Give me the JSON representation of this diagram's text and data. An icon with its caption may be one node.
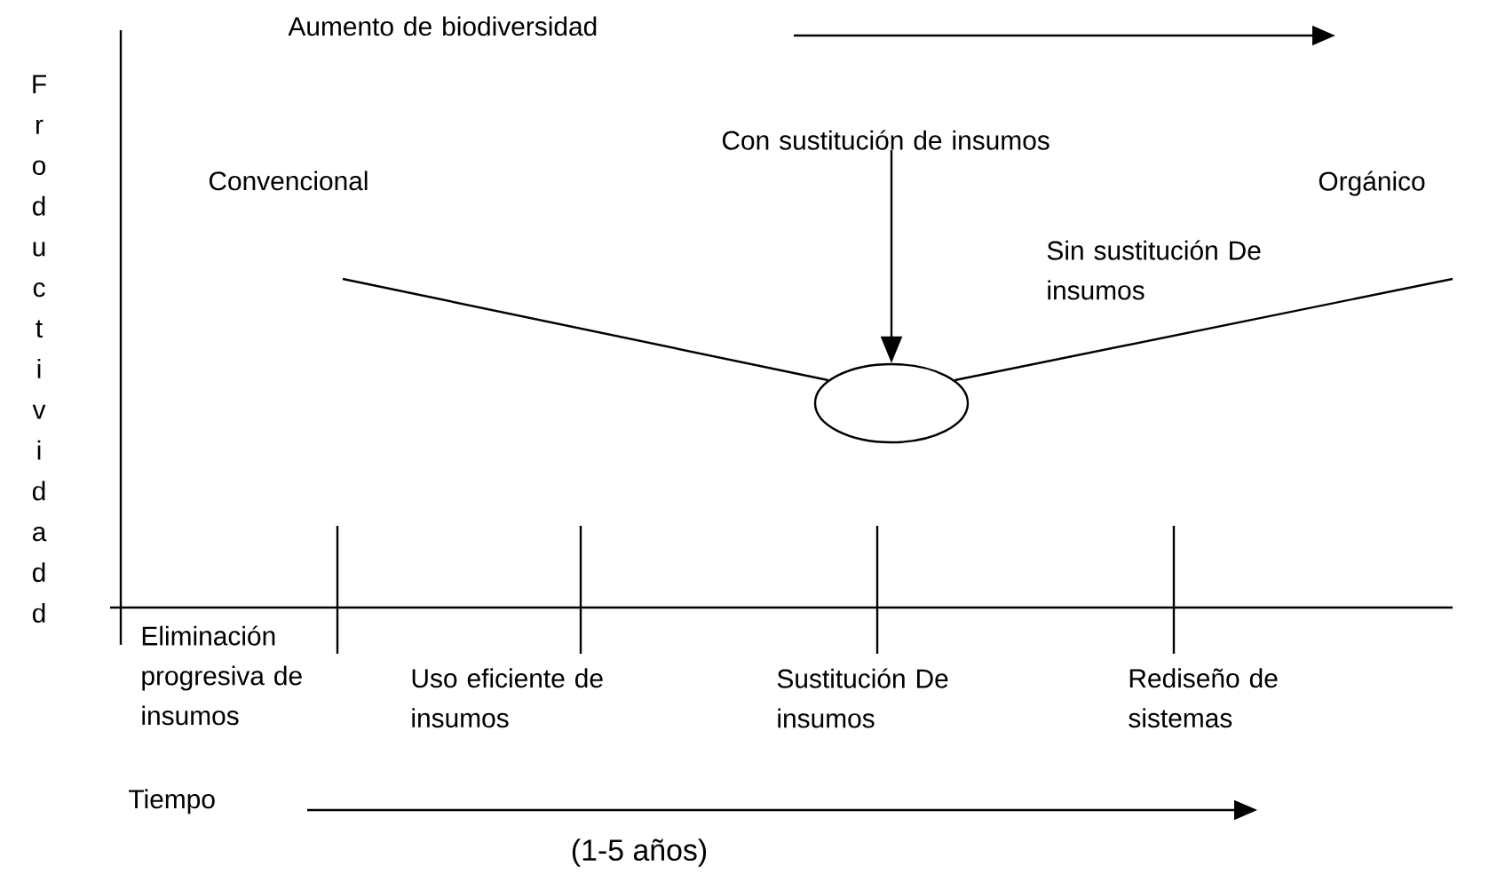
{
  "diagram": {
    "nodes": [
      {
        "text": [
          "Con sustitución de insumos"
        ]
      },
      {
        "text": [],
        "shape": "circle"
      }
    ],
    "edges": [
      {
        "from": 0,
        "to": 1,
        "arrow": "to"
      },
      {
        "from": null,
        "to": 1,
        "arrow": "none"
      },
      {
        "from": 1,
        "to": null,
        "arrow": "none"
      }
    ],
    "labels": [
      "Aumento de biodiversidad",
      "Froductividadd",
      "Convencional",
      "Orgánico",
      "Sin sustitución De insumos",
      "Eliminación progresiva de insumos",
      "Uso eficiente de insumos",
      "Sustitución De insumos",
      "Rediseño de sistemas",
      "Tiempo",
      "(1-5 años)"
    ]
  }
}
